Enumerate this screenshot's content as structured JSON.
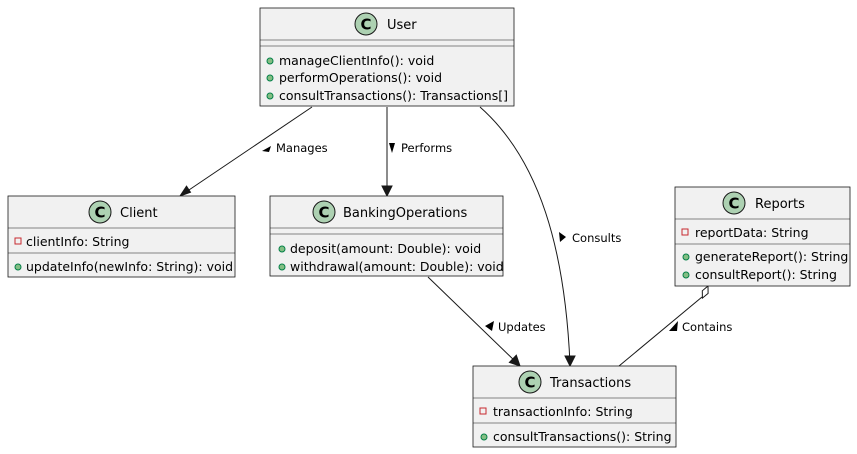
{
  "classes": {
    "user": {
      "name": "User",
      "fields": [],
      "methods": [
        {
          "visibility": "public",
          "text": "manageClientInfo(): void"
        },
        {
          "visibility": "public",
          "text": "performOperations(): void"
        },
        {
          "visibility": "public",
          "text": "consultTransactions(): Transactions[]"
        }
      ]
    },
    "client": {
      "name": "Client",
      "fields": [
        {
          "visibility": "private",
          "text": "clientInfo: String"
        }
      ],
      "methods": [
        {
          "visibility": "public",
          "text": "updateInfo(newInfo: String): void"
        }
      ]
    },
    "bankingoperations": {
      "name": "BankingOperations",
      "fields": [],
      "methods": [
        {
          "visibility": "public",
          "text": "deposit(amount: Double): void"
        },
        {
          "visibility": "public",
          "text": "withdrawal(amount: Double): void"
        }
      ]
    },
    "reports": {
      "name": "Reports",
      "fields": [
        {
          "visibility": "private",
          "text": "reportData: String"
        }
      ],
      "methods": [
        {
          "visibility": "public",
          "text": "generateReport(): String"
        },
        {
          "visibility": "public",
          "text": "consultReport(): String"
        }
      ]
    },
    "transactions": {
      "name": "Transactions",
      "fields": [
        {
          "visibility": "private",
          "text": "transactionInfo: String"
        }
      ],
      "methods": [
        {
          "visibility": "public",
          "text": "consultTransactions(): String"
        }
      ]
    }
  },
  "stereotype_letter": "C",
  "relations": {
    "manages": {
      "label": "Manages",
      "from": "User",
      "to": "Client",
      "kind": "association"
    },
    "performs": {
      "label": "Performs",
      "from": "User",
      "to": "BankingOperations",
      "kind": "association"
    },
    "consults": {
      "label": "Consults",
      "from": "User",
      "to": "Transactions",
      "kind": "association"
    },
    "updates": {
      "label": "Updates",
      "from": "BankingOperations",
      "to": "Transactions",
      "kind": "association"
    },
    "contains": {
      "label": "Contains",
      "from": "Reports",
      "to": "Transactions",
      "kind": "aggregation"
    }
  }
}
